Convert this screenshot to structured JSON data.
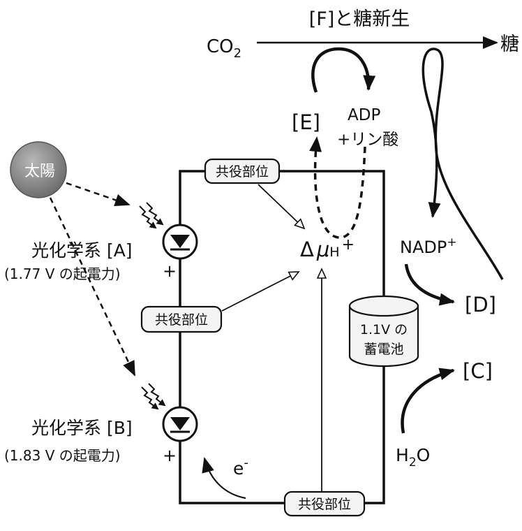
{
  "title": "[F]と糖新生",
  "labels": {
    "co2_main": "CO",
    "co2_sub": "2",
    "sugar": "糖",
    "E": "[E]",
    "adp_line1": "ADP",
    "adp_line2": "+リン酸",
    "sun": "太陽",
    "psA_name": "光化学系 [A]",
    "psA_emf": "(1.77 V の起電力)",
    "psB_name": "光化学系 [B]",
    "psB_emf": "(1.83 V の起電力)",
    "plus": "+",
    "coupling_top": "共役部位",
    "coupling_mid": "共役部位",
    "coupling_bottom": "共役部位",
    "delta_mu_prefix": "Δ",
    "delta_mu_mu": "μ",
    "delta_mu_sub": "H",
    "delta_mu_sup": "+",
    "battery_line1": "1.1V の",
    "battery_line2": "蓄電池",
    "nadp": "NADP",
    "nadp_sup": "+",
    "D": "[D]",
    "C": "[C]",
    "h2o_h": "H",
    "h2o_sub": "2",
    "h2o_o": "O",
    "electron": "e",
    "electron_sup": "-"
  },
  "colors": {
    "ink": "#111111",
    "sun_fill": "#8e8e8e",
    "box_fill": "#f4f4f4"
  }
}
